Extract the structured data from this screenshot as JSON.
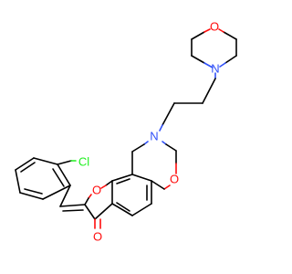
{
  "molecule": {
    "atoms": {
      "morpholine_oxygen": {
        "label": "O",
        "color": "#ff0d0d"
      },
      "morpholine_nitrogen": {
        "label": "N",
        "color": "#3050f8"
      },
      "oxazine_nitrogen": {
        "label": "N",
        "color": "#3050f8"
      },
      "oxazine_oxygen": {
        "label": "O",
        "color": "#ff0d0d"
      },
      "furan_oxygen": {
        "label": "O",
        "color": "#ff0d0d"
      },
      "ketone_oxygen": {
        "label": "O",
        "color": "#ff0d0d"
      },
      "chlorine": {
        "label": "Cl",
        "color": "#1ff01f"
      }
    }
  }
}
